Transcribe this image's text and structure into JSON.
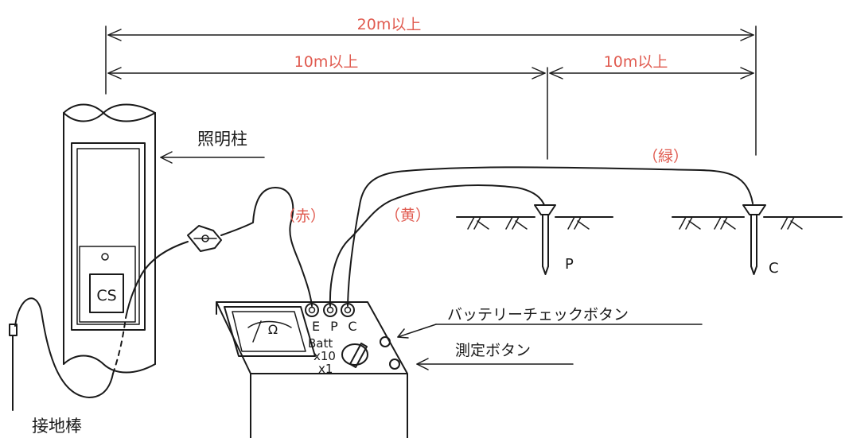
{
  "dimensions": {
    "total": "20m以上",
    "left": "10m以上",
    "right": "10m以上"
  },
  "labels": {
    "pole": "照明柱",
    "cs_box": "CS",
    "ground_rod": "接地棒",
    "red_wire": "（赤）",
    "yellow_wire": "（黄）",
    "green_wire": "（緑）",
    "probe_p": "P",
    "probe_c": "C",
    "battery_check_button": "バッテリーチェックボタン",
    "measure_button": "測定ボタン"
  },
  "meter": {
    "unit_symbol": "Ω",
    "terminal_e": "E",
    "terminal_p": "P",
    "terminal_c": "C",
    "range_batt": "Batt",
    "range_x10": "x10",
    "range_x1": "x1"
  },
  "colors": {
    "dimension_text": "#e05a4f",
    "wire_label_text": "#e05a4f",
    "ink": "#1a1a1a"
  }
}
